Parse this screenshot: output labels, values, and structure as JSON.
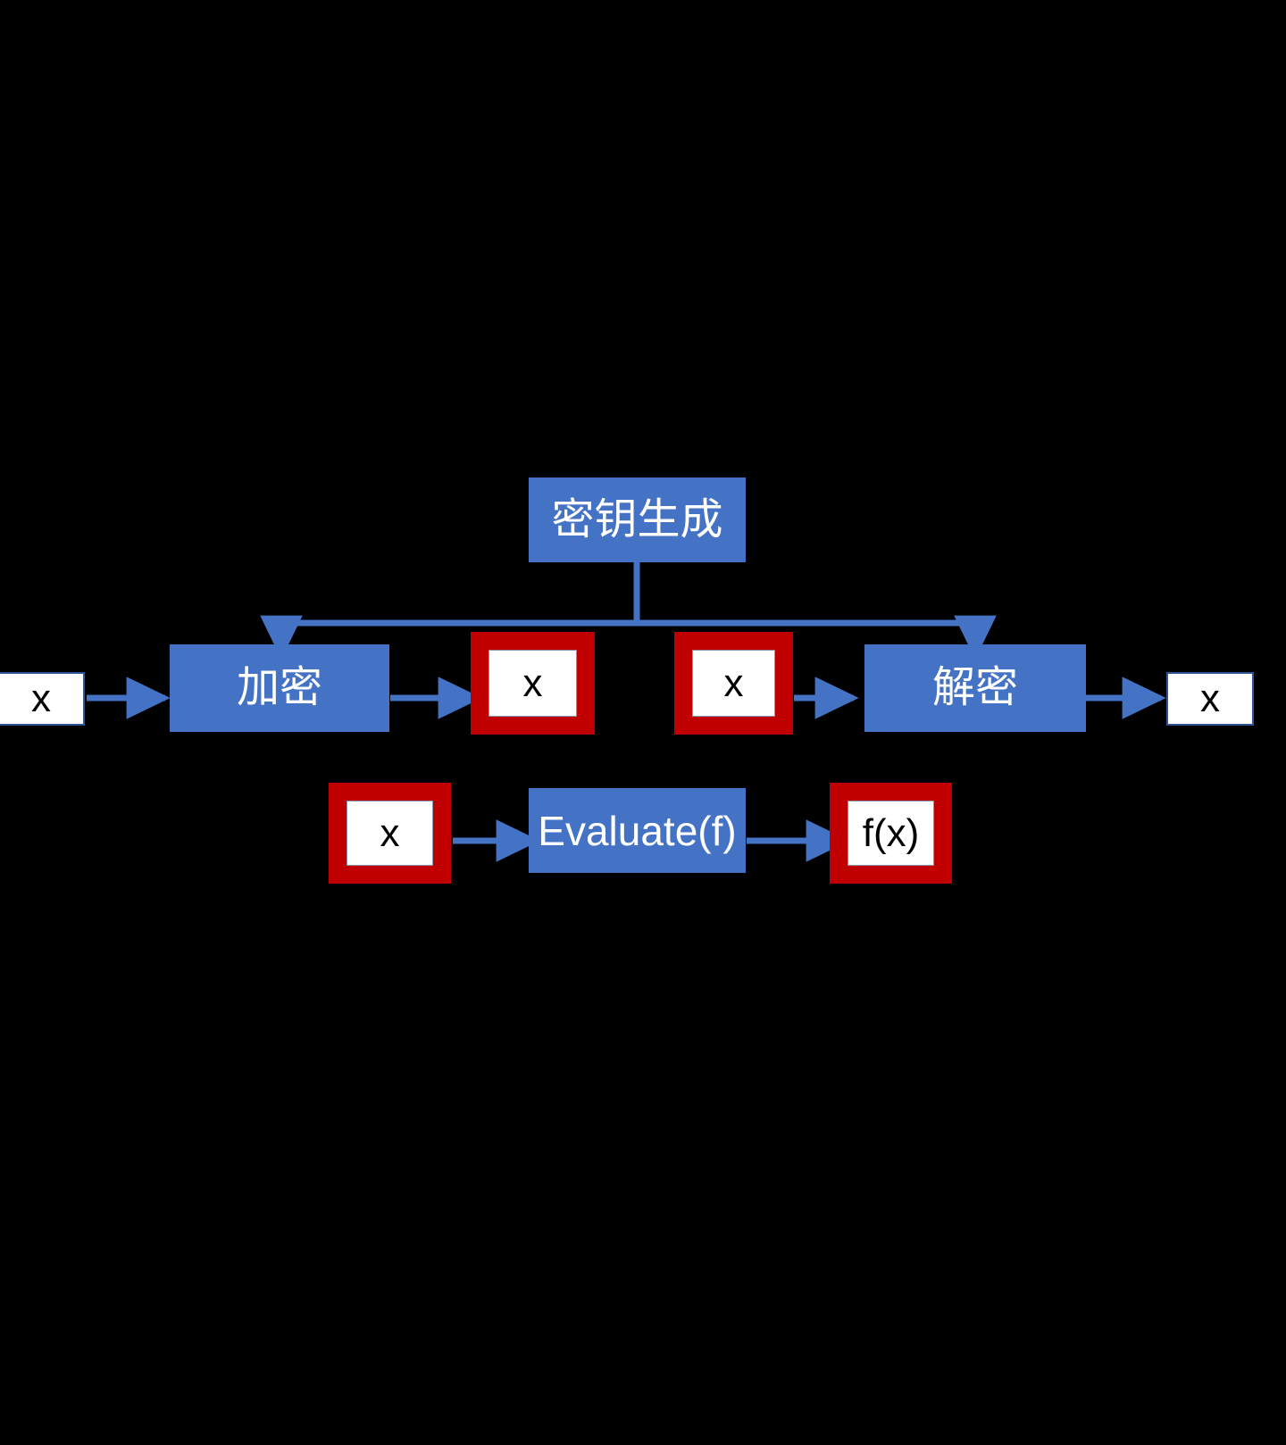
{
  "diagram": {
    "title": "",
    "background_color": "#000000",
    "colors": {
      "process_fill": "#4472C4",
      "process_text": "#FFFFFF",
      "data_frame": "#C00000",
      "data_fill": "#FFFFFF",
      "data_text": "#000000",
      "connector": "#4472C4"
    },
    "nodes": {
      "keygen": {
        "label": "密钥生成",
        "type": "process"
      },
      "plain_input": {
        "label": "x",
        "type": "plaintext"
      },
      "encrypt": {
        "label": "加密",
        "type": "process"
      },
      "cipher_out": {
        "label": "x",
        "type": "ciphertext"
      },
      "cipher_in": {
        "label": "x",
        "type": "ciphertext"
      },
      "decrypt": {
        "label": "解密",
        "type": "process"
      },
      "plain_output": {
        "label": "x",
        "type": "plaintext"
      },
      "eval_input": {
        "label": "x",
        "type": "ciphertext"
      },
      "evaluate": {
        "label": "Evaluate(f)",
        "type": "process"
      },
      "eval_output": {
        "label": "f(x)",
        "type": "ciphertext"
      }
    },
    "edges": [
      {
        "from": "plain_input",
        "to": "encrypt"
      },
      {
        "from": "encrypt",
        "to": "cipher_out"
      },
      {
        "from": "cipher_in",
        "to": "decrypt"
      },
      {
        "from": "decrypt",
        "to": "plain_output"
      },
      {
        "from": "keygen",
        "to": "encrypt"
      },
      {
        "from": "keygen",
        "to": "decrypt"
      },
      {
        "from": "eval_input",
        "to": "evaluate"
      },
      {
        "from": "evaluate",
        "to": "eval_output"
      }
    ]
  }
}
